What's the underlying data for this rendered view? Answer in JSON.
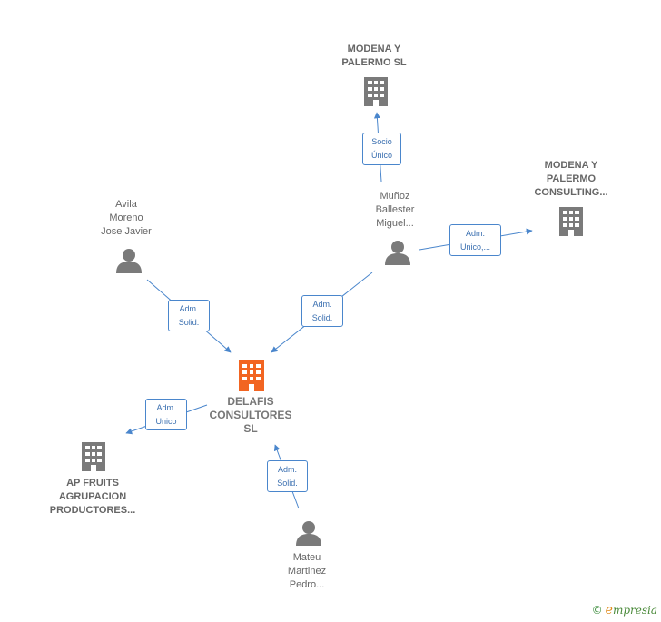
{
  "nodes": {
    "main": {
      "label": "DELAFIS\nCONSULTORES\nSL",
      "kind": "company",
      "color": "#f26522"
    },
    "modena_sl": {
      "label": "MODENA Y\nPALERMO  SL",
      "kind": "company",
      "color": "#7a7a7a"
    },
    "modena_consulting": {
      "label": "MODENA Y\nPALERMO\nCONSULTING...",
      "kind": "company",
      "color": "#7a7a7a"
    },
    "munoz": {
      "label": "Muñoz\nBallester\nMiguel...",
      "kind": "person",
      "color": "#7a7a7a"
    },
    "avila": {
      "label": "Avila\nMoreno\nJose Javier",
      "kind": "person",
      "color": "#7a7a7a"
    },
    "ap_fruits": {
      "label": "AP FRUITS\nAGRUPACION\nPRODUCTORES...",
      "kind": "company",
      "color": "#7a7a7a"
    },
    "mateu": {
      "label": "Mateu\nMartinez\nPedro...",
      "kind": "person",
      "color": "#7a7a7a"
    }
  },
  "edges": {
    "munoz_modena_sl": {
      "label": "Socio\nÚnico"
    },
    "munoz_consulting": {
      "label": "Adm.\nUnico,..."
    },
    "avila_main": {
      "label": "Adm.\nSolid."
    },
    "munoz_main": {
      "label": "Adm.\nSolid."
    },
    "main_apfruits": {
      "label": "Adm.\nUnico"
    },
    "mateu_main": {
      "label": "Adm.\nSolid."
    }
  },
  "colors": {
    "edge": "#4a86cc",
    "icon": "#7a7a7a",
    "focus": "#f26522"
  },
  "brand": {
    "copyright": "©",
    "initial": "e",
    "name": "mpresia"
  }
}
